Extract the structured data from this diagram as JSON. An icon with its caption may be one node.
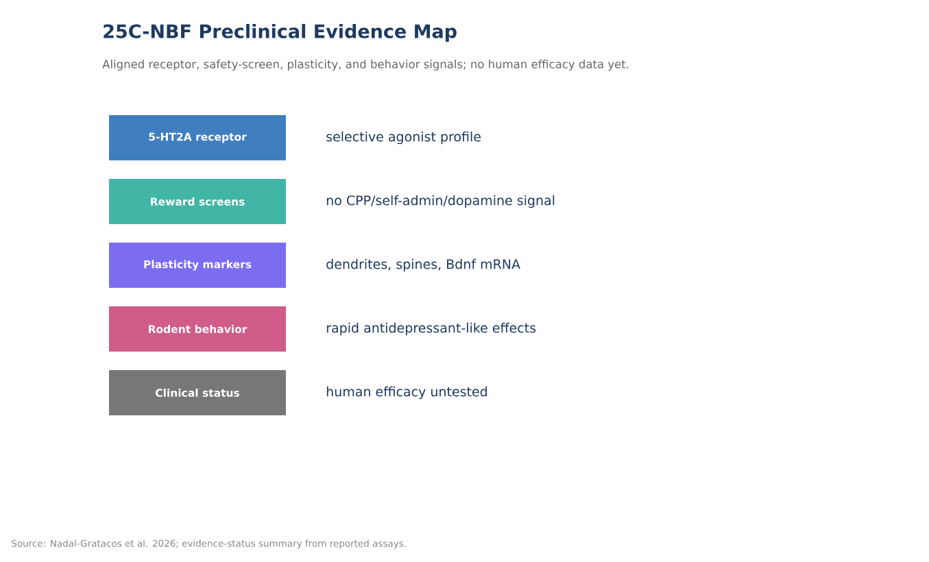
{
  "diagram": {
    "title": "25C-NBF Preclinical Evidence Map",
    "caption": "Source: Nadal-Gratacos et al. 2026; evidence-status summary from reported assays.",
    "nodes": [
      {
        "text": [
          "5-HT2A receptor"
        ],
        "beside": [
          "selective agonist profile"
        ]
      },
      {
        "text": [
          "Reward screens"
        ],
        "beside": [
          "no CPP/self-admin/dopamine signal"
        ]
      },
      {
        "text": [
          "Plasticity markers"
        ],
        "beside": [
          "dendrites, spines, Bdnf mRNA"
        ]
      },
      {
        "text": [
          "Rodent behavior"
        ],
        "beside": [
          "rapid antidepressant-like effects"
        ]
      },
      {
        "text": [
          "Clinical status"
        ],
        "beside": [
          "human efficacy untested"
        ]
      }
    ],
    "labels": [
      "Aligned receptor, safety-screen, plasticity, and behavior signals; no human efficacy data yet."
    ]
  }
}
